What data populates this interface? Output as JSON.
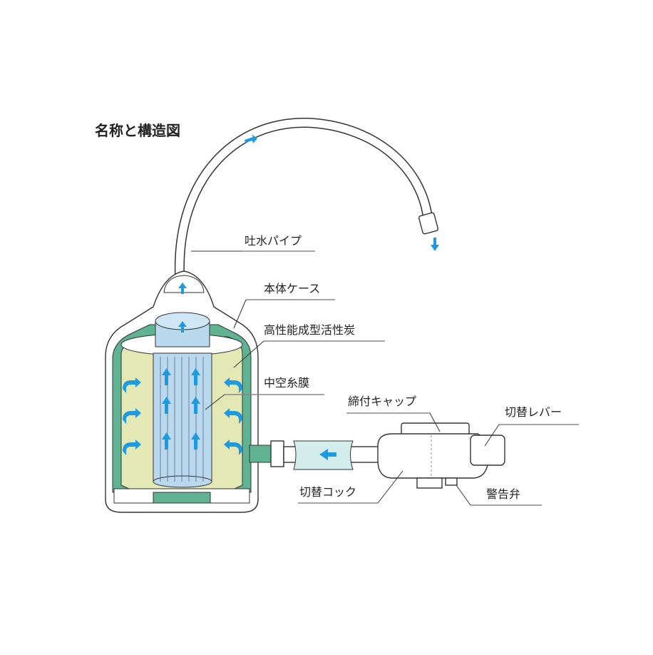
{
  "title": "名称と構造図",
  "labels": {
    "spout_pipe": "吐水パイプ",
    "body_case": "本体ケース",
    "activated_carbon": "高性能成型活性炭",
    "hollow_fiber": "中空糸膜",
    "clamp_cap": "締付キャップ",
    "switch_lever": "切替レバー",
    "switch_cock": "切替コック",
    "warning_valve": "警告弁"
  },
  "colors": {
    "water_arrow": "#1e9be0",
    "case_green": "#5fb392",
    "carbon_yellow": "#e3e8b4",
    "membrane_blue": "#b9d9ee",
    "hose_blue": "#d3ecec"
  }
}
